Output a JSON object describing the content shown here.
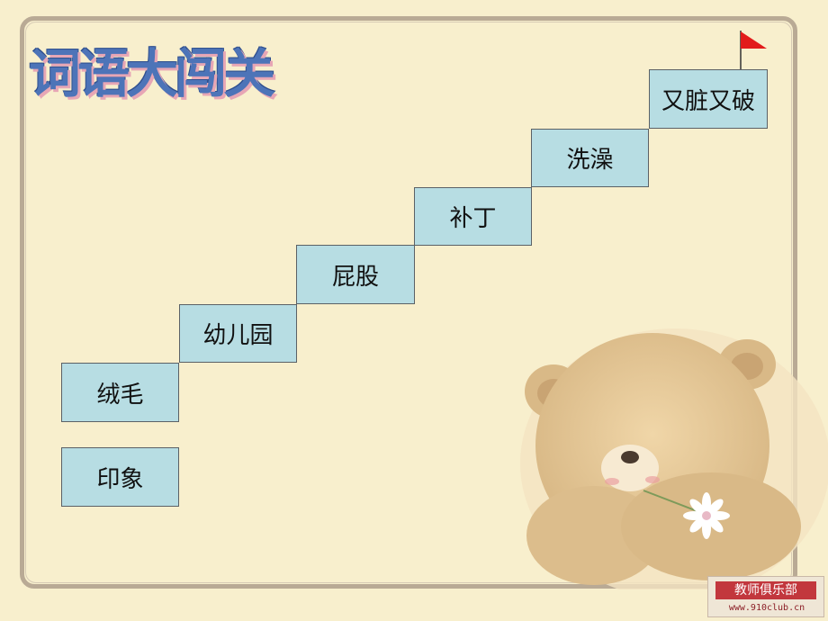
{
  "title": "词语大闯关",
  "steps": [
    {
      "label": "又脏又破"
    },
    {
      "label": "洗澡"
    },
    {
      "label": "补丁"
    },
    {
      "label": "屁股"
    },
    {
      "label": "幼儿园"
    },
    {
      "label": "绒毛"
    },
    {
      "label": "印象"
    }
  ],
  "watermark": {
    "name": "教师俱乐部",
    "url": "www.910club.cn"
  },
  "colors": {
    "background": "#f8efcd",
    "step_fill": "#b7dde3",
    "flag": "#e21b1b",
    "title": "#4d74b8"
  },
  "icons": {
    "flag": "red-flag-icon",
    "bear": "teddy-bear-illustration"
  }
}
